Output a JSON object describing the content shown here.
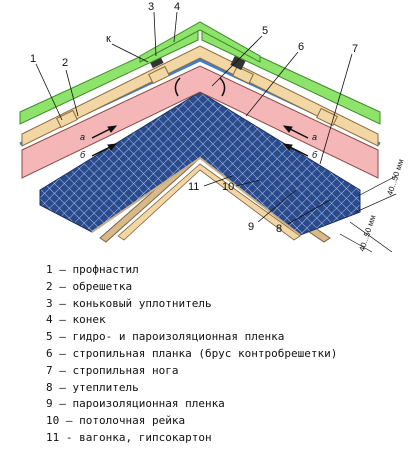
{
  "diagram": {
    "callouts": [
      "1",
      "2",
      "3",
      "4",
      "5",
      "6",
      "7",
      "8",
      "9",
      "10",
      "11"
    ],
    "marker_k": "к",
    "flow_a": "а",
    "flow_b": "б",
    "dim_1": "40...50 мм",
    "dim_2": "40...50 мм"
  },
  "legend": [
    "1 – профнастил",
    "2 – обрешетка",
    "3 – коньковый уплотнитель",
    "4 – конек",
    "5 – гидро- и пароизоляционная пленка",
    "6 – стропильная планка (брус контробрешетки)",
    "7 – стропильная нога",
    "8 – утеплитель",
    "9 –  пароизоляционная пленка",
    "10 – потолочная рейка",
    "11 - вагонка, гипсокартон"
  ],
  "colors": {
    "profiled_sheet": "#8ee46a",
    "wood": "#f2d7a4",
    "rafter": "#f4b6b6",
    "insulation": "#223a7a",
    "membrane": "#3f7fd0"
  }
}
